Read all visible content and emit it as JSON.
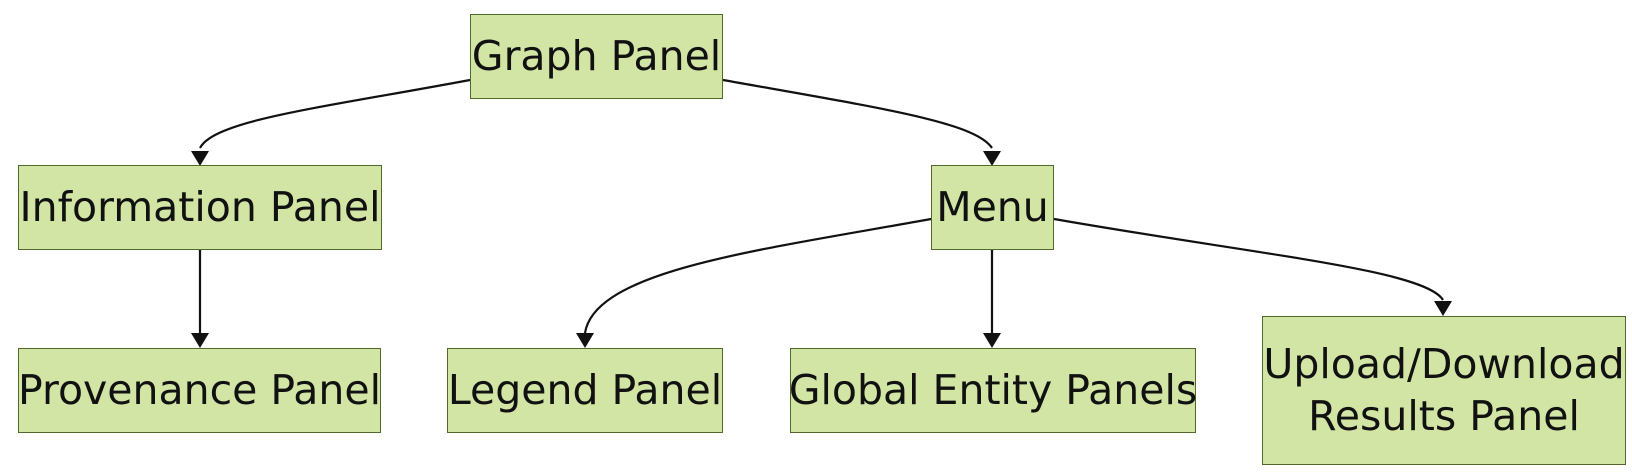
{
  "nodes": {
    "graph_panel": "Graph Panel",
    "information_panel": "Information Panel",
    "menu": "Menu",
    "provenance_panel": "Provenance Panel",
    "legend_panel": "Legend Panel",
    "global_entity_panels": "Global Entity Panels",
    "upload_download_line1": "Upload/Download",
    "upload_download_line2": "Results Panel"
  },
  "colors": {
    "node_fill": "#d2e5a4",
    "node_border": "#4f6a2a",
    "edge": "#111111"
  }
}
